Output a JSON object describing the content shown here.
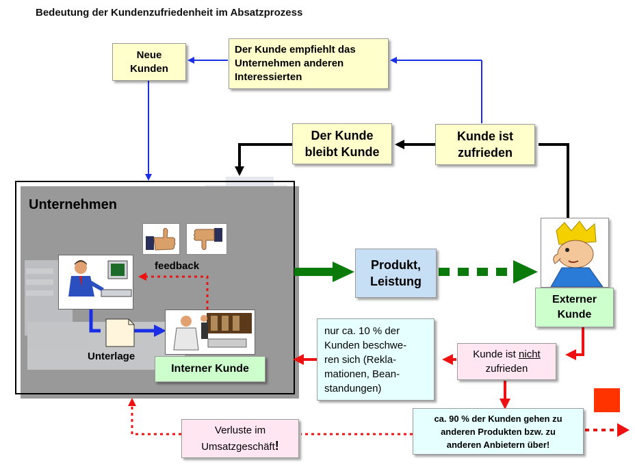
{
  "title": "Bedeutung der Kundenzufriedenheit im Absatzprozess",
  "boxes": {
    "neue_kunden": [
      "Neue",
      "Kunden"
    ],
    "empfiehlt": [
      "Der Kunde empfiehlt das",
      "Unternehmen anderen",
      "Interessierten"
    ],
    "bleibt_kunde": [
      "Der Kunde",
      "bleibt Kunde"
    ],
    "zufrieden": [
      "Kunde ist",
      "zufrieden"
    ],
    "unternehmen": "Unternehmen",
    "feedback": "feedback",
    "unterlage": "Unterlage",
    "interner_kunde": "Interner Kunde",
    "produkt": [
      "Produkt,",
      "Leistung"
    ],
    "externer_kunde": [
      "Externer",
      "Kunde"
    ],
    "nicht_zufrieden_a": "Kunde ist ",
    "nicht_zufrieden_b": "nicht",
    "nicht_zufrieden_c": "zufrieden",
    "beschweren": [
      "nur ca. 10 % der",
      "Kunden beschwe-",
      "ren sich (Rekla-",
      "mationen, Bean-",
      "standungen)"
    ],
    "neunzig": [
      "ca. 90 % der Kunden gehen zu",
      "anderen Produkten bzw.  zu",
      "anderen Anbietern über!"
    ],
    "verluste_a": "Verluste im",
    "verluste_b": "Umsatzgeschäft",
    "verluste_c": "!"
  },
  "colors": {
    "blue_arrow": "#1a2ee6",
    "black_arrow": "#000000",
    "green_arrow": "#0a7a0a",
    "red_arrow": "#ee1111",
    "red_square": "#ff3300"
  },
  "icons": [
    "thumbs-up-icon",
    "thumbs-down-icon",
    "office-worker-icon",
    "meeting-worker-icon",
    "document-icon",
    "crowned-customer-icon",
    "office-building-icon"
  ]
}
